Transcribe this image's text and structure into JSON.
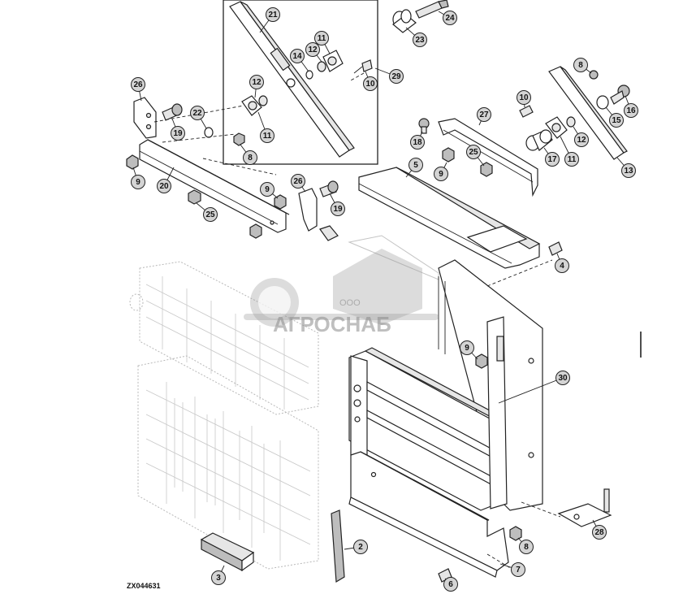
{
  "diagram": {
    "reference_code": "ZX044631",
    "watermark": {
      "prefix": "ООО",
      "name": "АГРОСНАБ"
    },
    "callouts": [
      {
        "label": "21"
      },
      {
        "label": "24"
      },
      {
        "label": "23"
      },
      {
        "label": "11"
      },
      {
        "label": "12"
      },
      {
        "label": "14"
      },
      {
        "label": "10"
      },
      {
        "label": "29"
      },
      {
        "label": "12"
      },
      {
        "label": "11"
      },
      {
        "label": "8"
      },
      {
        "label": "26"
      },
      {
        "label": "22"
      },
      {
        "label": "19"
      },
      {
        "label": "9"
      },
      {
        "label": "20"
      },
      {
        "label": "25"
      },
      {
        "label": "9"
      },
      {
        "label": "26"
      },
      {
        "label": "19"
      },
      {
        "label": "8"
      },
      {
        "label": "10"
      },
      {
        "label": "16"
      },
      {
        "label": "15"
      },
      {
        "label": "27"
      },
      {
        "label": "18"
      },
      {
        "label": "25"
      },
      {
        "label": "9"
      },
      {
        "label": "17"
      },
      {
        "label": "11"
      },
      {
        "label": "12"
      },
      {
        "label": "13"
      },
      {
        "label": "5"
      },
      {
        "label": "4"
      },
      {
        "label": "9"
      },
      {
        "label": "30"
      },
      {
        "label": "2"
      },
      {
        "label": "3"
      },
      {
        "label": "8"
      },
      {
        "label": "7"
      },
      {
        "label": "6"
      },
      {
        "label": "28"
      }
    ]
  }
}
